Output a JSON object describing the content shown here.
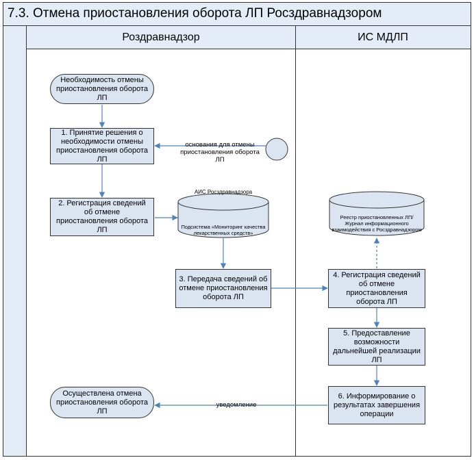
{
  "title": "7.3. Отмена приостановления оборота ЛП Росздравнадзором",
  "lanes": {
    "left": "Роздравнадзор",
    "right": "ИС МДЛП"
  },
  "nodes": {
    "start": "Необходимость отмены приостановления оборота ЛП",
    "step1": "1. Принятие решения о необходимости отмены приостановления оборота ЛП",
    "step2": "2. Регистрация сведений об отмене приостановления оборота ЛП",
    "step3": "3. Передача сведений об отмене приостановления оборота ЛП",
    "step4": "4. Регистрация сведений об отмене приостановления оборота ЛП",
    "step5": "5. Предоставление возможности дальнейшей реализации ЛП",
    "step6": "6. Информирование  о результатах завершения операции",
    "end": "Осуществлена отмена приостановления оборота ЛП"
  },
  "datastores": {
    "ais_title": "АИС Росздравнадзора",
    "ais_label": "Подсистема  «Мониторинг качества лекарственных средств»",
    "registry_label": "Реестр приостановленных ЛП/Журнал информационного взаимодействия с Росздравнадзором"
  },
  "annotations": {
    "basis": "основания для отмены приостановления оборота  ЛП",
    "notification": "уведомление"
  },
  "colors": {
    "shape_fill": "#dbe5f1",
    "header_fill": "#e4ecf7",
    "arrow": "#4f81bd",
    "border": "#333333"
  }
}
